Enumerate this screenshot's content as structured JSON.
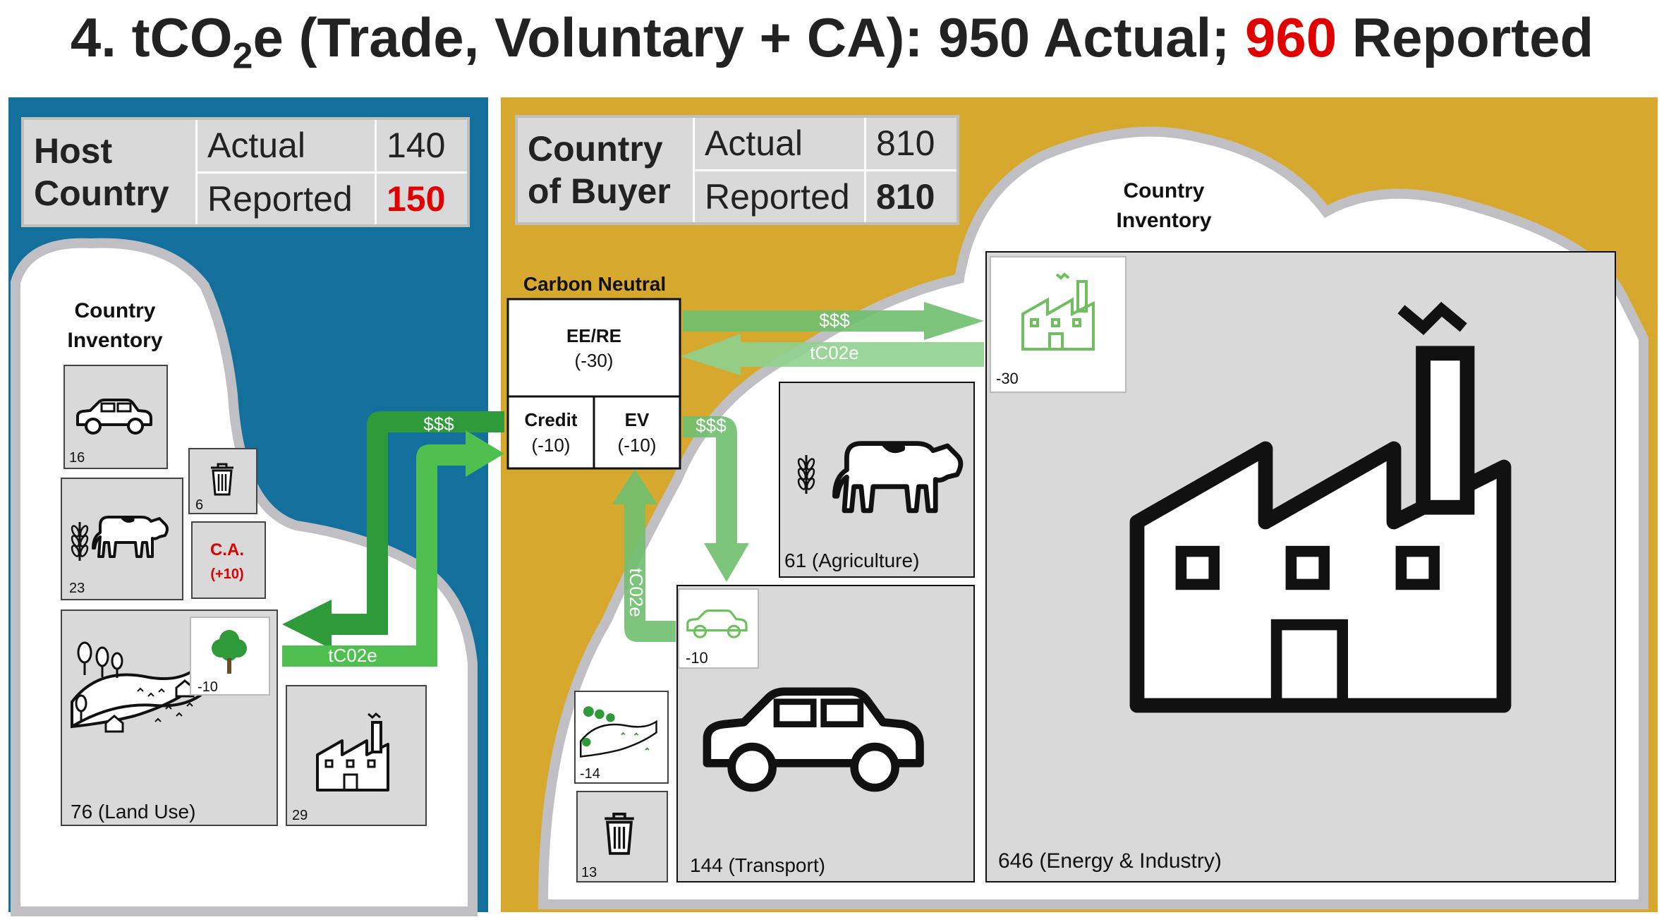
{
  "title": {
    "prefix": "4. tCO",
    "sub": "2",
    "middle": "e (Trade, Voluntary + CA): 950 Actual; ",
    "highlight": "960",
    "suffix": " Reported"
  },
  "colors": {
    "host_bg": "#136f9c",
    "buyer_bg": "#d6a92e",
    "cloud_outline": "#c0c0c4",
    "tile_bg": "#d9d9d9",
    "arrow_dark": "#2e9a3a",
    "arrow_light": "#4fbf4f",
    "arrow_pale": "#8fd08f",
    "red": "#e00000"
  },
  "host": {
    "table": {
      "name_line1": "Host",
      "name_line2": "Country",
      "actual_label": "Actual",
      "actual_value": "140",
      "reported_label": "Reported",
      "reported_value": "150"
    },
    "inventory_line1": "Country",
    "inventory_line2": "Inventory",
    "tiles": {
      "car": "16",
      "trash": "6",
      "agri": "23",
      "ca_line1": "C.A.",
      "ca_line2": "(+10)",
      "land": "76 (Land Use)",
      "tree": "-10",
      "factory": "29"
    }
  },
  "buyer": {
    "table": {
      "name_line1": "Country",
      "name_line2": "of Buyer",
      "actual_label": "Actual",
      "actual_value": "810",
      "reported_label": "Reported",
      "reported_value": "810"
    },
    "inventory_line1": "Country",
    "inventory_line2": "Inventory",
    "carbon_neutral": {
      "title": "Carbon Neutral",
      "eere_label": "EE/RE",
      "eere_value": "(-30)",
      "credit_label": "Credit",
      "credit_value": "(-10)",
      "ev_label": "EV",
      "ev_value": "(-10)"
    },
    "tiles": {
      "green_factory": "-30",
      "agri": "61 (Agriculture)",
      "green_car": "-10",
      "transport": "144 (Transport)",
      "land": "-14",
      "trash": "13",
      "energy": "646 (Energy & Industry)"
    }
  },
  "arrows": {
    "money_to_host": "$$$",
    "tco2_to_buyer": "tC02e",
    "money_to_eere": "$$$",
    "tco2_from_eere": "tC02e",
    "money_to_ev": "$$$",
    "tco2_from_ev": "tC02e"
  }
}
